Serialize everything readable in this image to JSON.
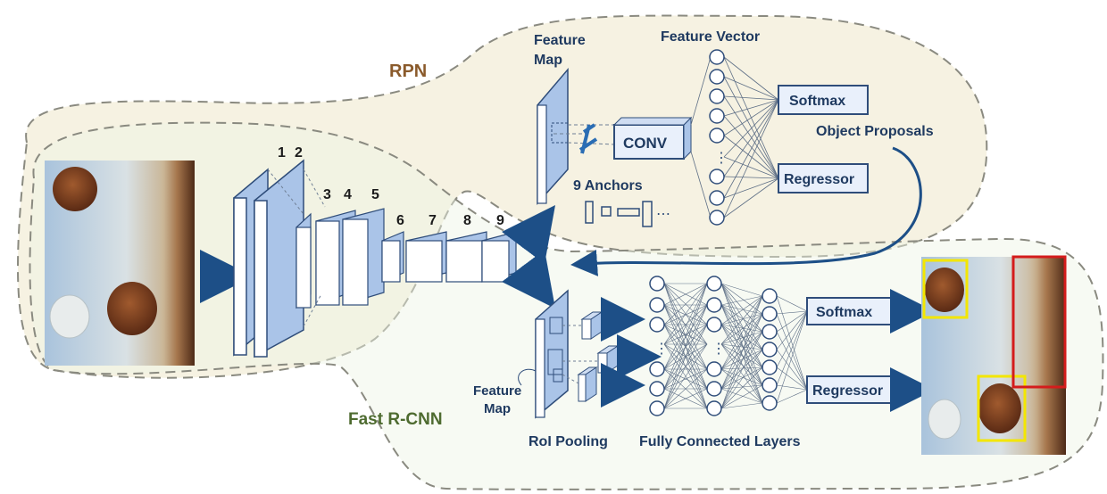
{
  "regions": {
    "rpn_title": "RPN",
    "fast_rcnn_title": "Fast R-CNN"
  },
  "rpn": {
    "feature_map_line1": "Feature",
    "feature_map_line2": "Map",
    "feature_vector": "Feature Vector",
    "conv": "CONV",
    "anchors": "9 Anchors",
    "softmax": "Softmax",
    "regressor": "Regressor",
    "object_proposals": "Object Proposals"
  },
  "backbone_layers": [
    "1",
    "2",
    "3",
    "4",
    "5",
    "6",
    "7",
    "8",
    "9"
  ],
  "fast_rcnn": {
    "feature_map_line1": "Feature",
    "feature_map_line2": "Map",
    "roi_pooling": "RoI Pooling",
    "fully_connected": "Fully Connected Layers",
    "softmax": "Softmax",
    "regressor": "Regressor"
  },
  "colors": {
    "region_fill": "#f6f2e2",
    "region_fill_2": "#eef3e4",
    "region_stroke": "#8a8a80",
    "box_fill": "#e9f0fb",
    "box_stroke": "#2f4d7a",
    "layer_blue": "#aac4e8",
    "arrow_blue": "#2a6db4",
    "detect_yellow": "#f3e600",
    "detect_red": "#d41c1c"
  }
}
